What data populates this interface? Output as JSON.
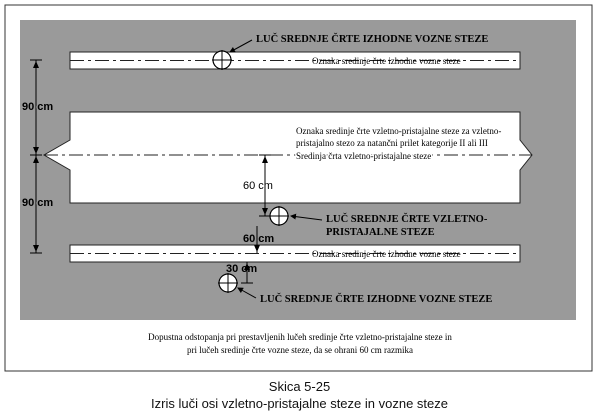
{
  "figure": {
    "labels": {
      "light_taxiway_top": "LUČ SREDNJE ČRTE IZHODNE VOZNE STEZE",
      "taxiway_marking_top": "Oznaka sredinje črte izhodne vozne steze",
      "runway_marking_line1": "Oznaka sredinje črte vzletno-pristajalne steze za vzletno-",
      "runway_marking_line2": "pristajalno stezo za natančni prilet kategorije II ali III",
      "runway_centerline": "Sredinja črta vzletno-pristajalne steze",
      "light_runway_line1": "LUČ SREDNJE ČRTE VZLETNO-",
      "light_runway_line2": "PRISTAJALNE STEZE",
      "taxiway_marking_bottom": "Oznaka sredinje črte izhodne vozne steze",
      "light_taxiway_bottom": "LUČ SREDNJE ČRTE IZHODNE VOZNE STEZE"
    },
    "dimensions": {
      "upper": "90 cm",
      "lower": "90 cm",
      "offset_top": "60 cm",
      "offset_bottom": "60 cm",
      "small": "30 cm"
    },
    "note_line1": "Dopustna odstopanja pri prestavljenih lučeh sredinje črte vzletno-pristajalne steze in",
    "note_line2": "pri lučeh sredinje črte vozne steze, da se ohrani 60 cm razmika"
  },
  "caption": {
    "line1": "Skica 5-25",
    "line2": "Izris luči osi vzletno-pristajalne steze in vozne steze"
  }
}
